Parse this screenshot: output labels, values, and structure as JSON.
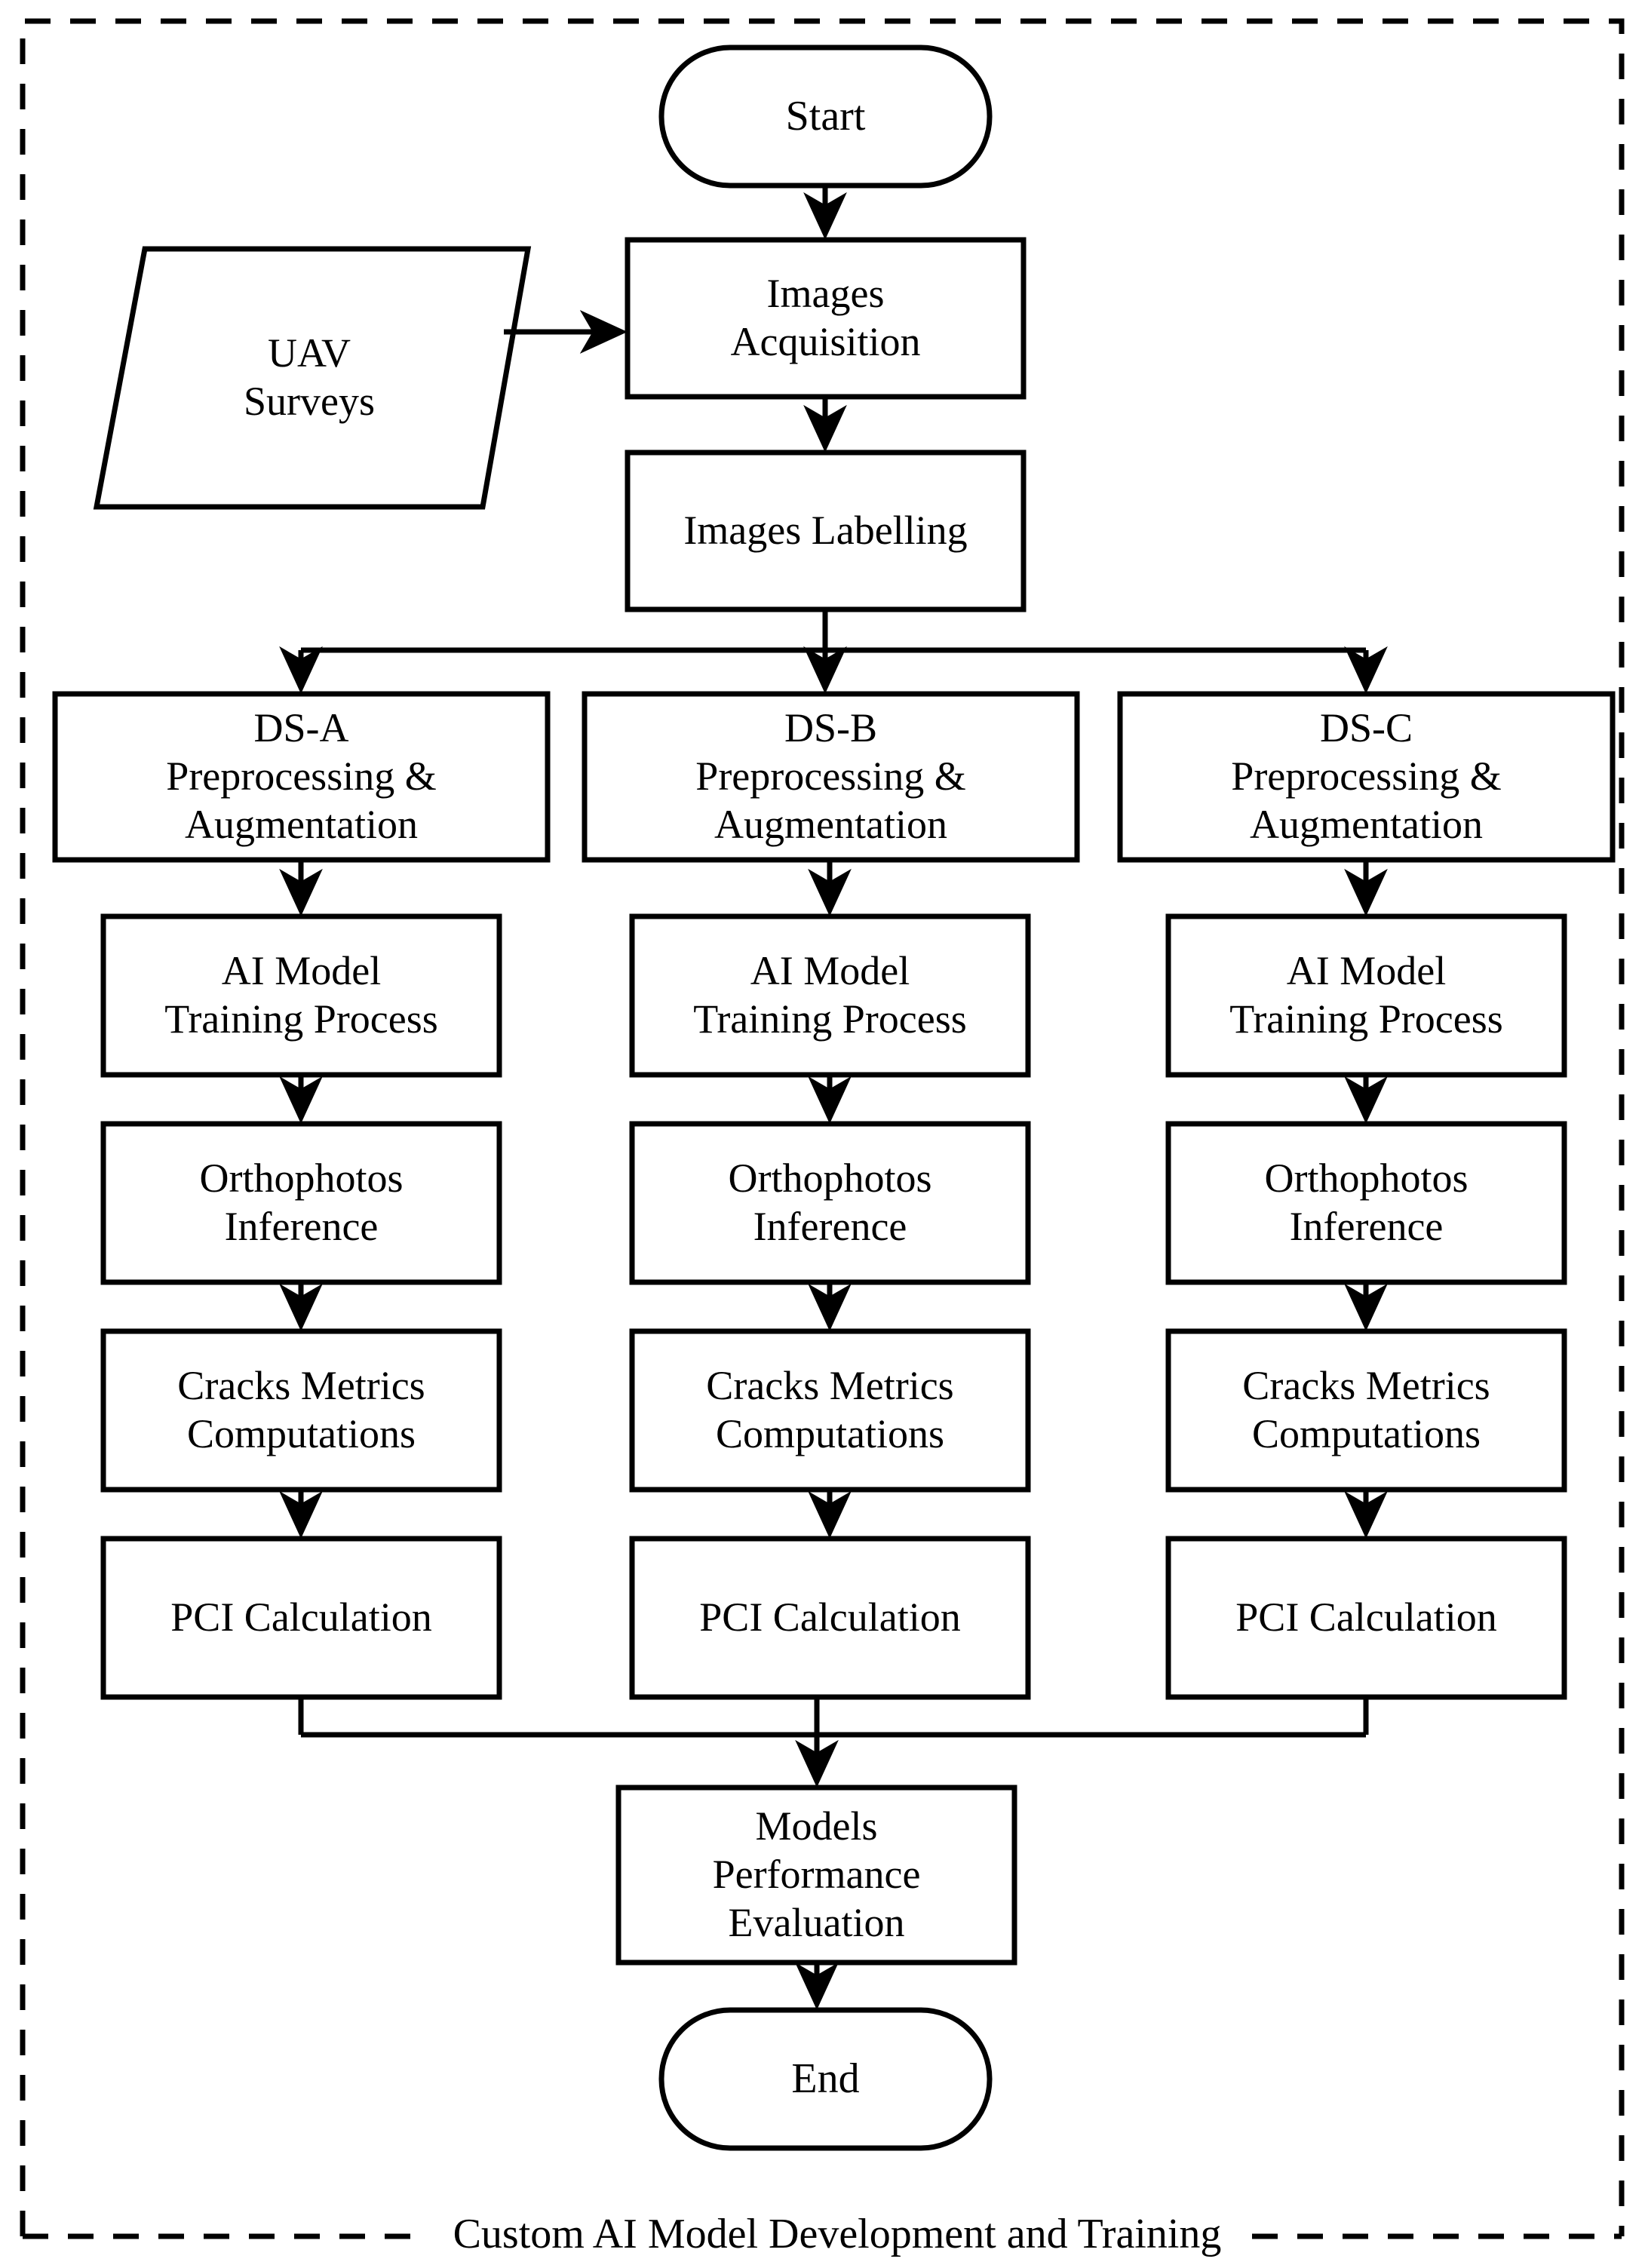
{
  "diagram": {
    "title": "Custom AI Model Development and Training",
    "type": "flowchart",
    "colors": {
      "stroke": "#000000",
      "fill": "#ffffff",
      "background": "#ffffff"
    },
    "boundary": {
      "style": "dashed",
      "label": "Custom AI Model Development and Training"
    },
    "nodes": {
      "start": {
        "label": "Start",
        "shape": "terminal"
      },
      "uav_surveys": {
        "line1": "UAV",
        "line2": "Surveys",
        "shape": "parallelogram"
      },
      "images_acquisition": {
        "line1": "Images",
        "line2": "Acquisition",
        "shape": "process"
      },
      "images_labelling": {
        "line1": "Images Labelling",
        "shape": "process"
      },
      "models_performance_evaluation": {
        "line1": "Models",
        "line2": "Performance",
        "line3": "Evaluation",
        "shape": "process"
      },
      "end": {
        "label": "End",
        "shape": "terminal"
      }
    },
    "branches": [
      {
        "id": "ds-a",
        "dataset": {
          "line1": "DS-A",
          "line2": "Preprocessing &",
          "line3": "Augmentation"
        },
        "steps": [
          {
            "id": "ai-model-training",
            "line1": "AI Model",
            "line2": "Training Process"
          },
          {
            "id": "orthophotos-inference",
            "line1": "Orthophotos",
            "line2": "Inference"
          },
          {
            "id": "cracks-metrics",
            "line1": "Cracks Metrics",
            "line2": "Computations"
          },
          {
            "id": "pci-calculation",
            "line1": "PCI Calculation",
            "line2": ""
          }
        ]
      },
      {
        "id": "ds-b",
        "dataset": {
          "line1": "DS-B",
          "line2": "Preprocessing &",
          "line3": "Augmentation"
        },
        "steps": [
          {
            "id": "ai-model-training",
            "line1": "AI Model",
            "line2": "Training Process"
          },
          {
            "id": "orthophotos-inference",
            "line1": "Orthophotos",
            "line2": "Inference"
          },
          {
            "id": "cracks-metrics",
            "line1": "Cracks Metrics",
            "line2": "Computations"
          },
          {
            "id": "pci-calculation",
            "line1": "PCI Calculation",
            "line2": ""
          }
        ]
      },
      {
        "id": "ds-c",
        "dataset": {
          "line1": "DS-C",
          "line2": "Preprocessing &",
          "line3": "Augmentation"
        },
        "steps": [
          {
            "id": "ai-model-training",
            "line1": "AI Model",
            "line2": "Training Process"
          },
          {
            "id": "orthophotos-inference",
            "line1": "Orthophotos",
            "line2": "Inference"
          },
          {
            "id": "cracks-metrics",
            "line1": "Cracks Metrics",
            "line2": "Computations"
          },
          {
            "id": "pci-calculation",
            "line1": "PCI Calculation",
            "line2": ""
          }
        ]
      }
    ]
  }
}
